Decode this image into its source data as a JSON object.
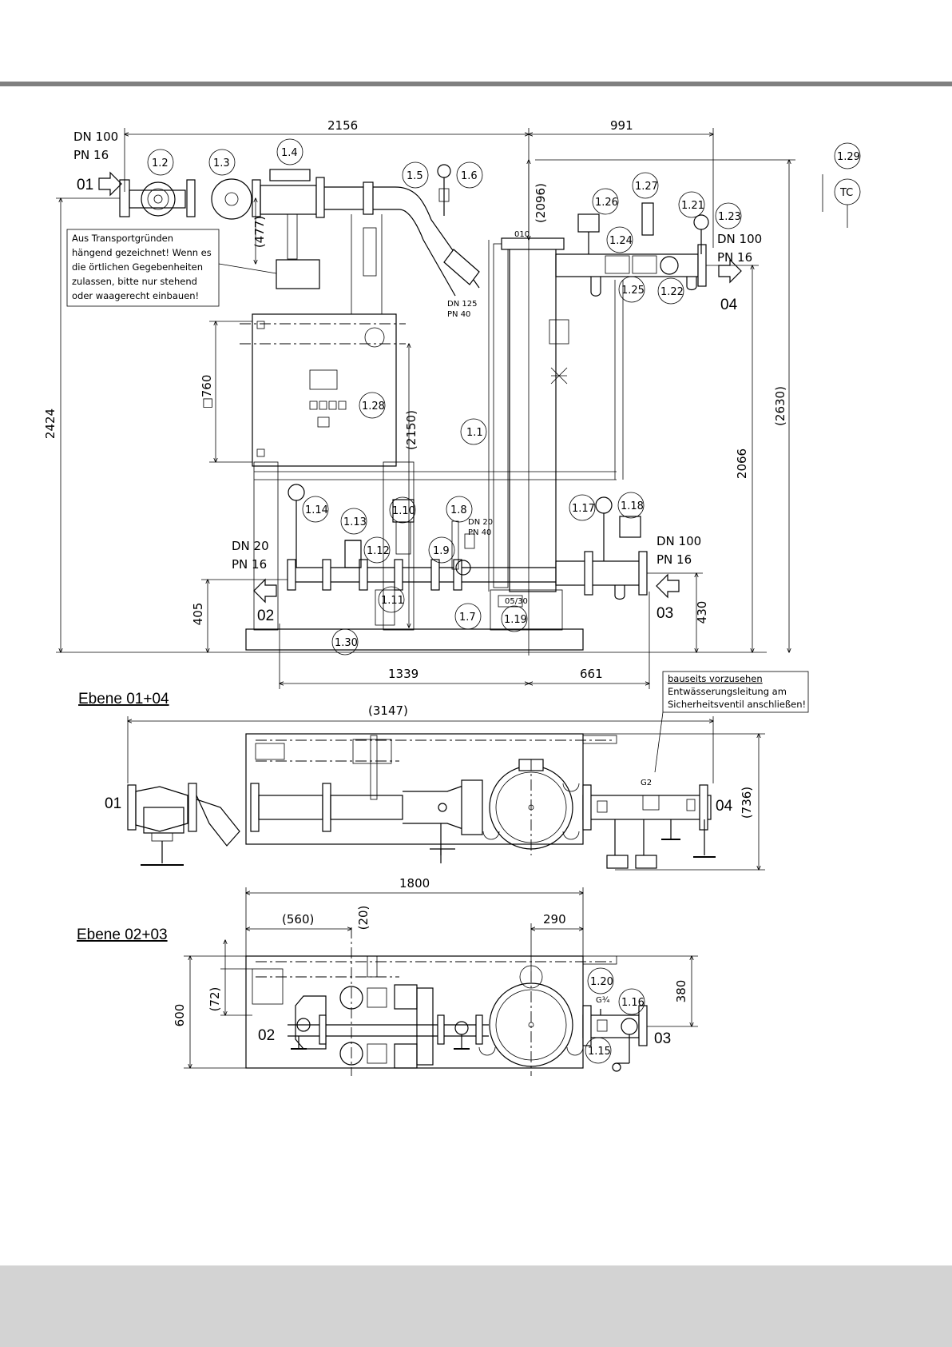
{
  "dimensions": {
    "d2156": "2156",
    "d991": "991",
    "d2424": "2424",
    "d2096": "(2096)",
    "d2630": "(2630)",
    "d2066": "2066",
    "d477": "(477)",
    "d2150": "(2150)",
    "d760": "□760",
    "d405": "405",
    "d430": "430",
    "d1339": "1339",
    "d661": "661",
    "d3147": "(3147)",
    "d736": "(736)",
    "d1800": "1800",
    "d560": "(560)",
    "d20": "(20)",
    "d290": "290",
    "d72": "(72)",
    "d600": "600",
    "d380": "380"
  },
  "connections": {
    "dn100_in": "DN 100",
    "pn16_in": "PN 16",
    "dn100_out": "DN 100",
    "pn16_out": "PN 16",
    "dn20_left": "DN 20",
    "pn16_left": "PN 16",
    "dn100_right": "DN 100",
    "pn16_right": "PN 16",
    "dn125": "DN 125",
    "pn40": "PN 40",
    "dn20_small": "DN 20",
    "pn40_small": "PN 40"
  },
  "ports": {
    "p01": "01",
    "p04": "04",
    "p02": "02",
    "p03": "03",
    "p01_plan": "01",
    "p04_plan": "04",
    "p02_plan": "02",
    "p03_plan": "03"
  },
  "callouts": {
    "c1_1": "1.1",
    "c1_2": "1.2",
    "c1_3": "1.3",
    "c1_4": "1.4",
    "c1_5": "1.5",
    "c1_6": "1.6",
    "c1_7": "1.7",
    "c1_8": "1.8",
    "c1_9": "1.9",
    "c1_10": "1.10",
    "c1_11": "1.11",
    "c1_12": "1.12",
    "c1_13": "1.13",
    "c1_14": "1.14",
    "c1_15": "1.15",
    "c1_16": "1.16",
    "c1_17": "1.17",
    "c1_18": "1.18",
    "c1_19": "1.19",
    "c1_20": "1.20",
    "c1_21": "1.21",
    "c1_22": "1.22",
    "c1_23": "1.23",
    "c1_24": "1.24",
    "c1_25": "1.25",
    "c1_26": "1.26",
    "c1_27": "1.27",
    "c1_28": "1.28",
    "c1_29": "1.29",
    "c1_30": "1.30"
  },
  "symbols": {
    "tc": "TC",
    "g2": "G2",
    "g3_4": "G¾",
    "marker_010": "010",
    "marker_05": "05/30"
  },
  "notes": {
    "transport": [
      "Aus Transportgründen",
      "hängend gezeichnet! Wenn es",
      "die örtlichen Gegebenheiten",
      "zulassen, bitte nur stehend",
      "oder waagerecht einbauen!"
    ],
    "drain_title": "bauseits vorzusehen",
    "drain_lines": [
      "Entwässerungsleitung am",
      "Sicherheitsventil anschließen!"
    ]
  },
  "levels": {
    "plan_01_04": "Ebene 01+04",
    "plan_02_03": "Ebene 02+03"
  }
}
